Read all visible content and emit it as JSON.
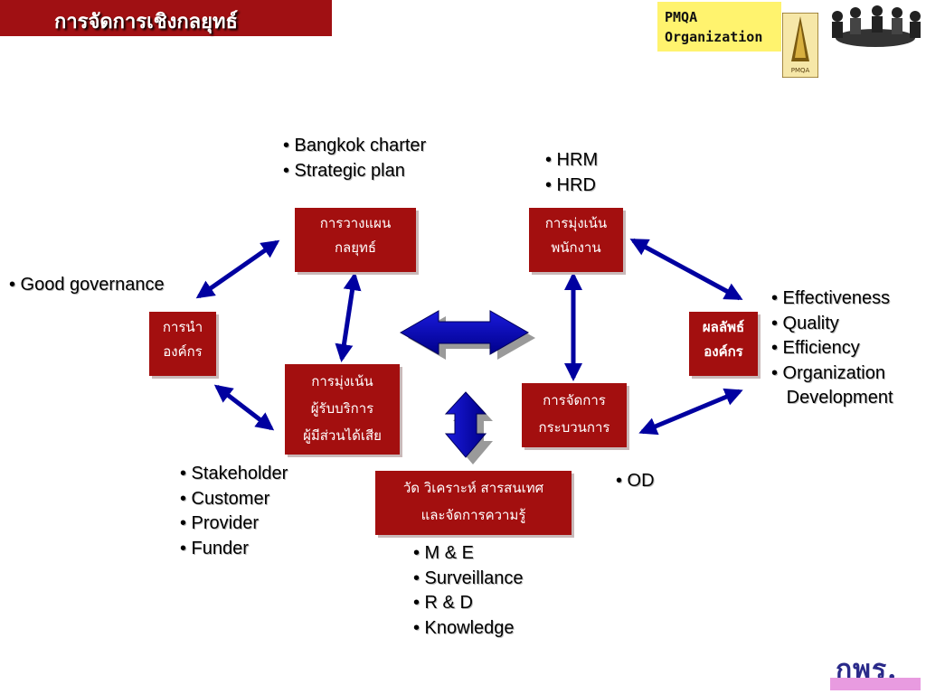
{
  "header": {
    "title": "การจัดการเชิงกลยุทธ์"
  },
  "logo": {
    "line1": "PMQA",
    "line2": "Organization",
    "emblem_text": "PMQA"
  },
  "boxes": {
    "strategy_planning": {
      "line1": "การวางแผน",
      "line2": "กลยุทธ์"
    },
    "employee_focus": {
      "line1": "การมุ่งเน้น",
      "line2": "พนักงาน"
    },
    "leadership": {
      "line1": "การนำ",
      "line2": "องค์กร"
    },
    "customer_focus": {
      "line1": "การมุ่งเน้น",
      "line2": "ผู้รับบริการ",
      "line3": "ผู้มีส่วนได้เสีย"
    },
    "process_management": {
      "line1": "การจัดการ",
      "line2": "กระบวนการ"
    },
    "results": {
      "line1": "ผลลัพธ์",
      "line2": "องค์กร"
    },
    "measurement": {
      "line1": "วัด วิเคราะห์ สารสนเทศ",
      "line2": "และจัดการความรู้"
    }
  },
  "notes": {
    "planning": [
      "• Bangkok charter",
      "• Strategic plan"
    ],
    "hr": [
      "• HRM",
      "• HRD"
    ],
    "governance": [
      "• Good governance"
    ],
    "results": [
      "• Effectiveness",
      "• Quality",
      "• Efficiency",
      "• Organization",
      "   Development"
    ],
    "stakeholders": [
      "• Stakeholder",
      "• Customer",
      "• Provider",
      "• Funder"
    ],
    "od": [
      "• OD"
    ],
    "measurement": [
      "• M & E",
      "• Surveillance",
      "• R & D",
      "• Knowledge"
    ]
  },
  "footer": {
    "logo_text": "กพร."
  },
  "colors": {
    "box": "#a30f0f",
    "arrow": "#0000a0",
    "title_bar": "#a01013",
    "logo_bg": "#fff36e"
  }
}
